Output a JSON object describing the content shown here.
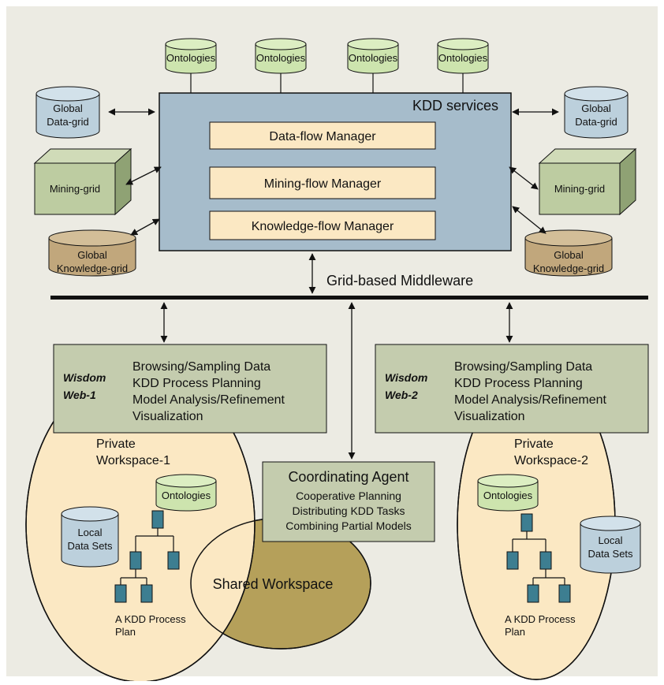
{
  "kdd_services": {
    "title": "KDD services",
    "managers": [
      "Data-flow Manager",
      "Mining-flow Manager",
      "Knowledge-flow Manager"
    ]
  },
  "ontologies_top": [
    "Ontologies",
    "Ontologies",
    "Ontologies",
    "Ontologies"
  ],
  "left_resources": {
    "data_grid": [
      "Global",
      "Data-grid"
    ],
    "mining_grid": "Mining-grid",
    "knowledge_grid": [
      "Global",
      "Knowledge-grid"
    ]
  },
  "right_resources": {
    "data_grid": [
      "Global",
      "Data-grid"
    ],
    "mining_grid": "Mining-grid",
    "knowledge_grid": [
      "Global",
      "Knowledge-grid"
    ]
  },
  "middleware": "Grid-based Middleware",
  "wisdom_web_1": {
    "title": [
      "Wisdom",
      "Web-1"
    ],
    "items": [
      "Browsing/Sampling Data",
      "KDD Process Planning",
      "Model Analysis/Refinement",
      "Visualization"
    ]
  },
  "wisdom_web_2": {
    "title": [
      "Wisdom",
      "Web-2"
    ],
    "items": [
      "Browsing/Sampling Data",
      "KDD Process Planning",
      "Model Analysis/Refinement",
      "Visualization"
    ]
  },
  "coordinating_agent": {
    "title": "Coordinating Agent",
    "items": [
      "Cooperative Planning",
      "Distributing KDD Tasks",
      "Combining Partial Models"
    ]
  },
  "private_ws_1": {
    "title": [
      "Private",
      "Workspace-1"
    ],
    "ontologies": "Ontologies",
    "local_data": [
      "Local",
      "Data Sets"
    ],
    "plan": [
      "A KDD Process",
      "Plan"
    ]
  },
  "private_ws_2": {
    "title": [
      "Private",
      "Workspace-2"
    ],
    "ontologies": "Ontologies",
    "local_data": [
      "Local",
      "Data Sets"
    ],
    "plan": [
      "A KDD Process",
      "Plan"
    ]
  },
  "shared_workspace": "Shared Workspace",
  "colors": {
    "background": "#ECEBE3",
    "kdd_box": "#A6BCCB",
    "manager_box": "#FBE8C3",
    "ontology": "#CDE4AE",
    "data_grid": "#BCD0DC",
    "mining_grid": "#BDCCA1",
    "knowledge_grid": "#C1A77C",
    "wisdom_box": "#C4CCAE",
    "workspace": "#FBE8C3",
    "shared": "#B5A05A",
    "tree_node": "#3D7E91"
  }
}
